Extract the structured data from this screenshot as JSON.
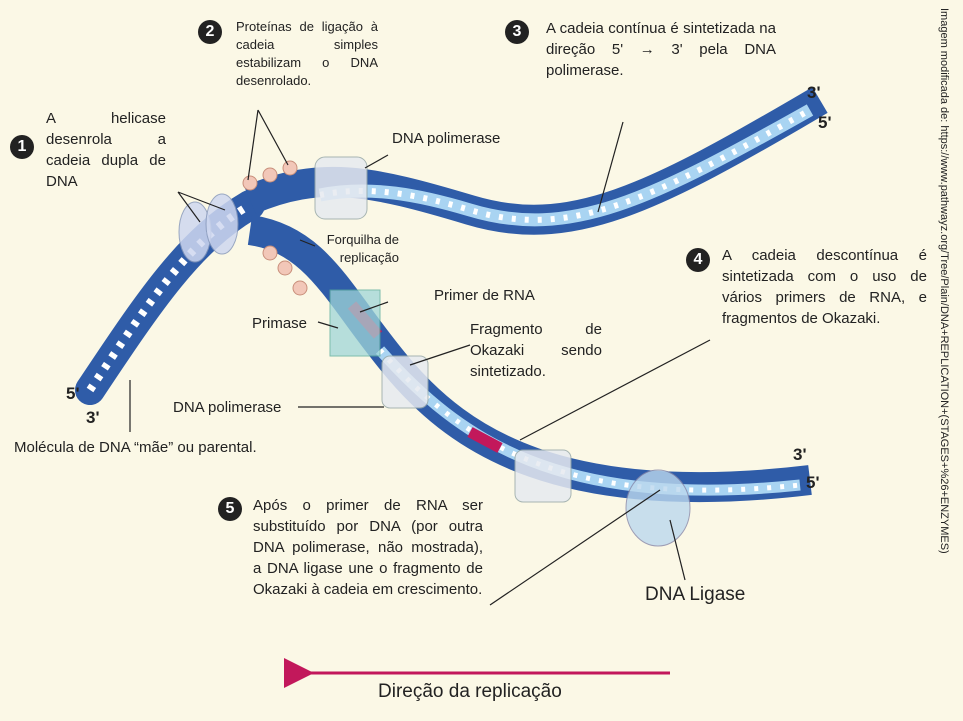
{
  "steps": [
    {
      "num": "1",
      "text": "A helicase desenrola a cadeia dupla de DNA"
    },
    {
      "num": "2",
      "text": "Proteínas de ligação à cadeia simples estabilizam o DNA desenrolado."
    },
    {
      "num": "3",
      "text": "A cadeia contínua é sintetizada na direção 5' → 3' pela DNA polimerase."
    },
    {
      "num": "4",
      "text": "A cadeia descontínua é sintetizada com o uso de vários primers de RNA, e fragmentos de Okazaki."
    },
    {
      "num": "5",
      "text": "Após o primer de RNA ser substituído por DNA (por outra DNA polimerase, não mostrada), a DNA ligase une o fragmento de Okazaki à cadeia em crescimento."
    }
  ],
  "labels": {
    "dna_polimerase_top": "DNA polimerase",
    "forquilha": "Forquilha de replicação",
    "primer_rna": "Primer de RNA",
    "primase": "Primase",
    "okazaki": "Fragmento de Okazaki sendo sintetizado.",
    "dna_polimerase_mid": "DNA polimerase",
    "molecula_mae": "Molécula de DNA “mãe” ou parental.",
    "dna_ligase": "DNA Ligase",
    "direcao": "Direção da replicação"
  },
  "strand_ends": {
    "top_3": "3'",
    "top_5": "5'",
    "left_5": "5'",
    "left_3": "3'",
    "right_3": "3'",
    "right_5": "5'"
  },
  "credit": "Imagem modificada de: https://www.pathwayz.org/Tree/Plain/DNA+REPLICATION+(STAGES+%26+ENZYMES)",
  "colors": {
    "parental_strand": "#3f6fc4",
    "new_strand": "#a9d4f2",
    "primer": "#c2185b",
    "arrow": "#c2185b",
    "background": "#fbf8e6"
  }
}
